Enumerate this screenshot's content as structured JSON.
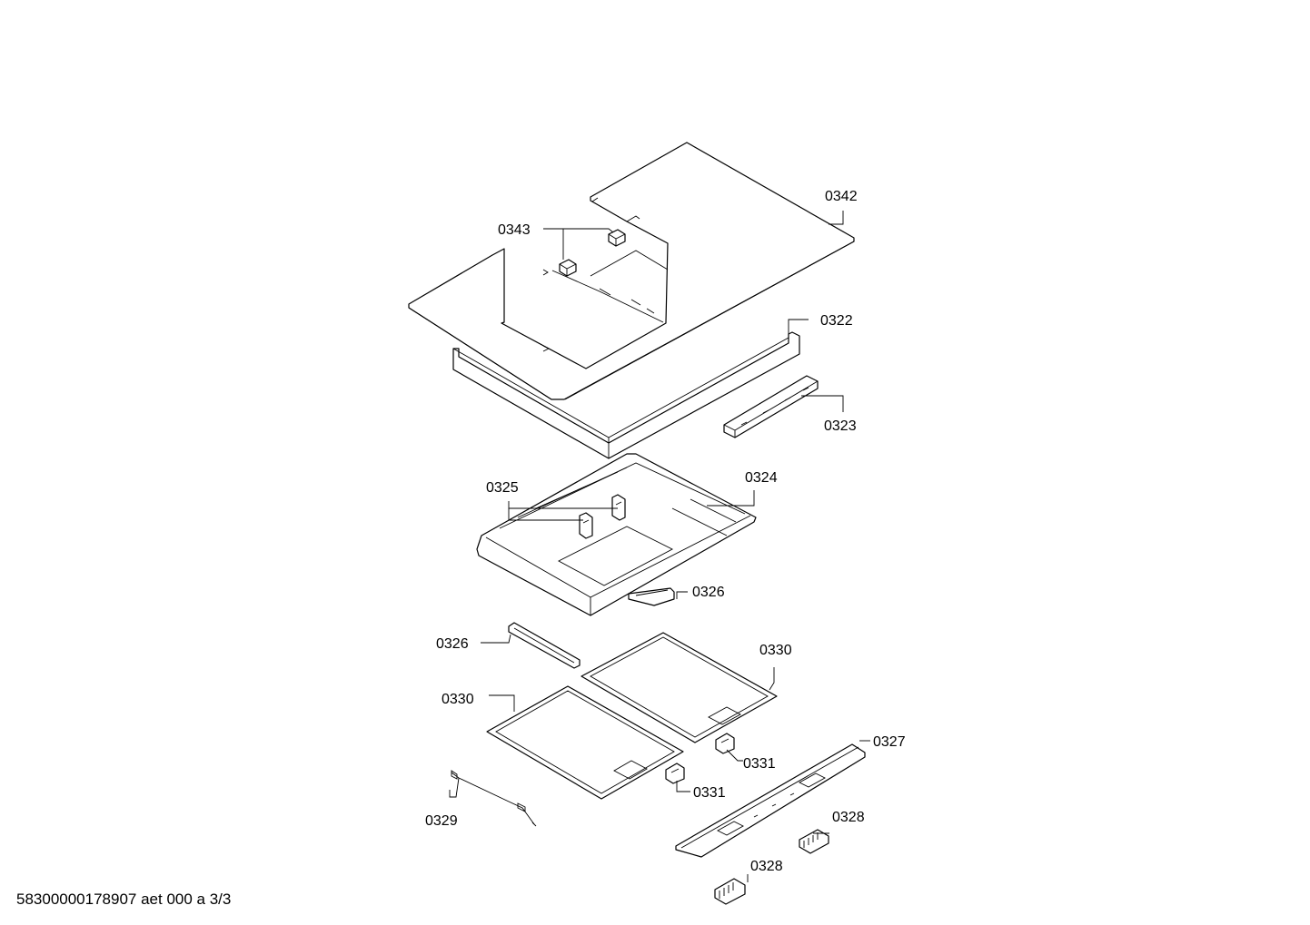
{
  "document_id": "58300000178907 aet 000 a 3/3",
  "callouts": {
    "c0342": "0342",
    "c0343": "0343",
    "c0322": "0322",
    "c0323": "0323",
    "c0324": "0324",
    "c0325": "0325",
    "c0326_right": "0326",
    "c0326_left": "0326",
    "c0330_right": "0330",
    "c0330_left": "0330",
    "c0327": "0327",
    "c0331_upper": "0331",
    "c0331_lower": "0331",
    "c0328_upper": "0328",
    "c0328_lower": "0328",
    "c0329": "0329"
  }
}
